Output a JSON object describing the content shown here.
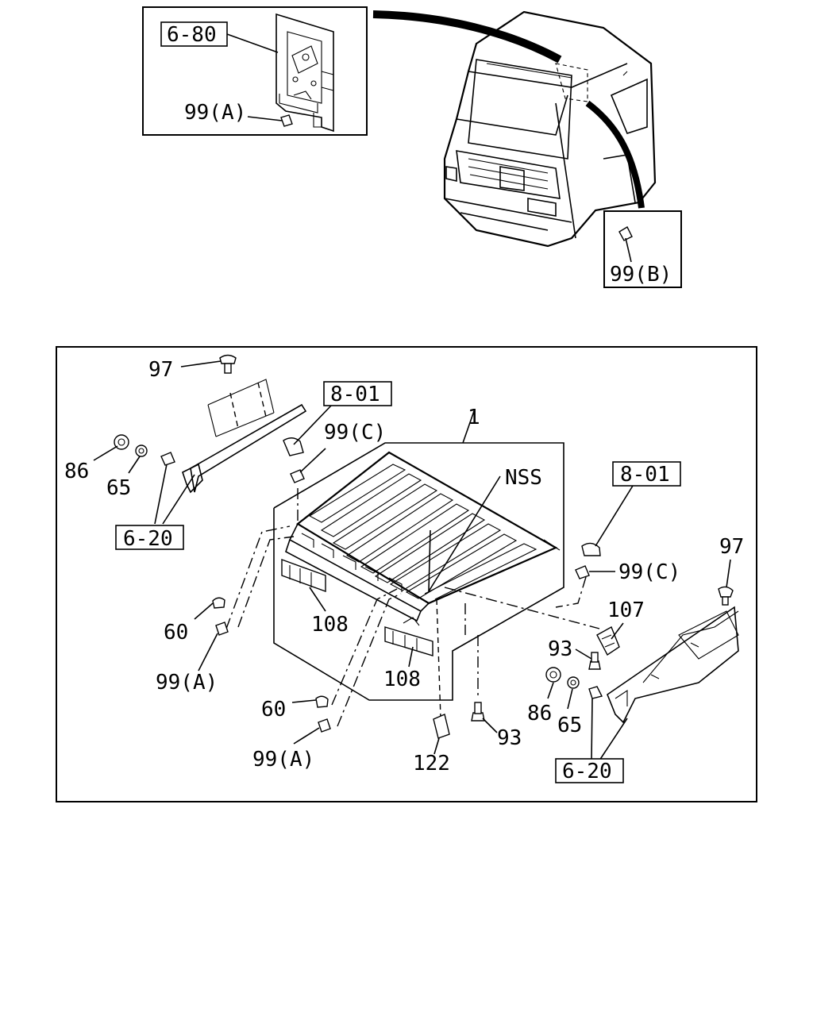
{
  "inset_top_left": {
    "ref": "6-80",
    "part": "99(A)"
  },
  "inset_right": {
    "part": "99(B)"
  },
  "main": {
    "labels": {
      "p97_left": "97",
      "p86_left": "86",
      "p65_left": "65",
      "ref620_left": "6-20",
      "ref801_left": "8-01",
      "p99c_left": "99(C)",
      "p1": "1",
      "nss": "NSS",
      "ref801_right": "8-01",
      "p97_right": "97",
      "p99c_right": "99(C)",
      "p107": "107",
      "p93_upper": "93",
      "p86_right": "86",
      "p65_right": "65",
      "ref620_right": "6-20",
      "p60_upper": "60",
      "p99a_upper": "99(A)",
      "p108_upper": "108",
      "p108_lower": "108",
      "p60_lower": "60",
      "p99a_lower": "99(A)",
      "p122": "122",
      "p93_lower": "93"
    }
  }
}
